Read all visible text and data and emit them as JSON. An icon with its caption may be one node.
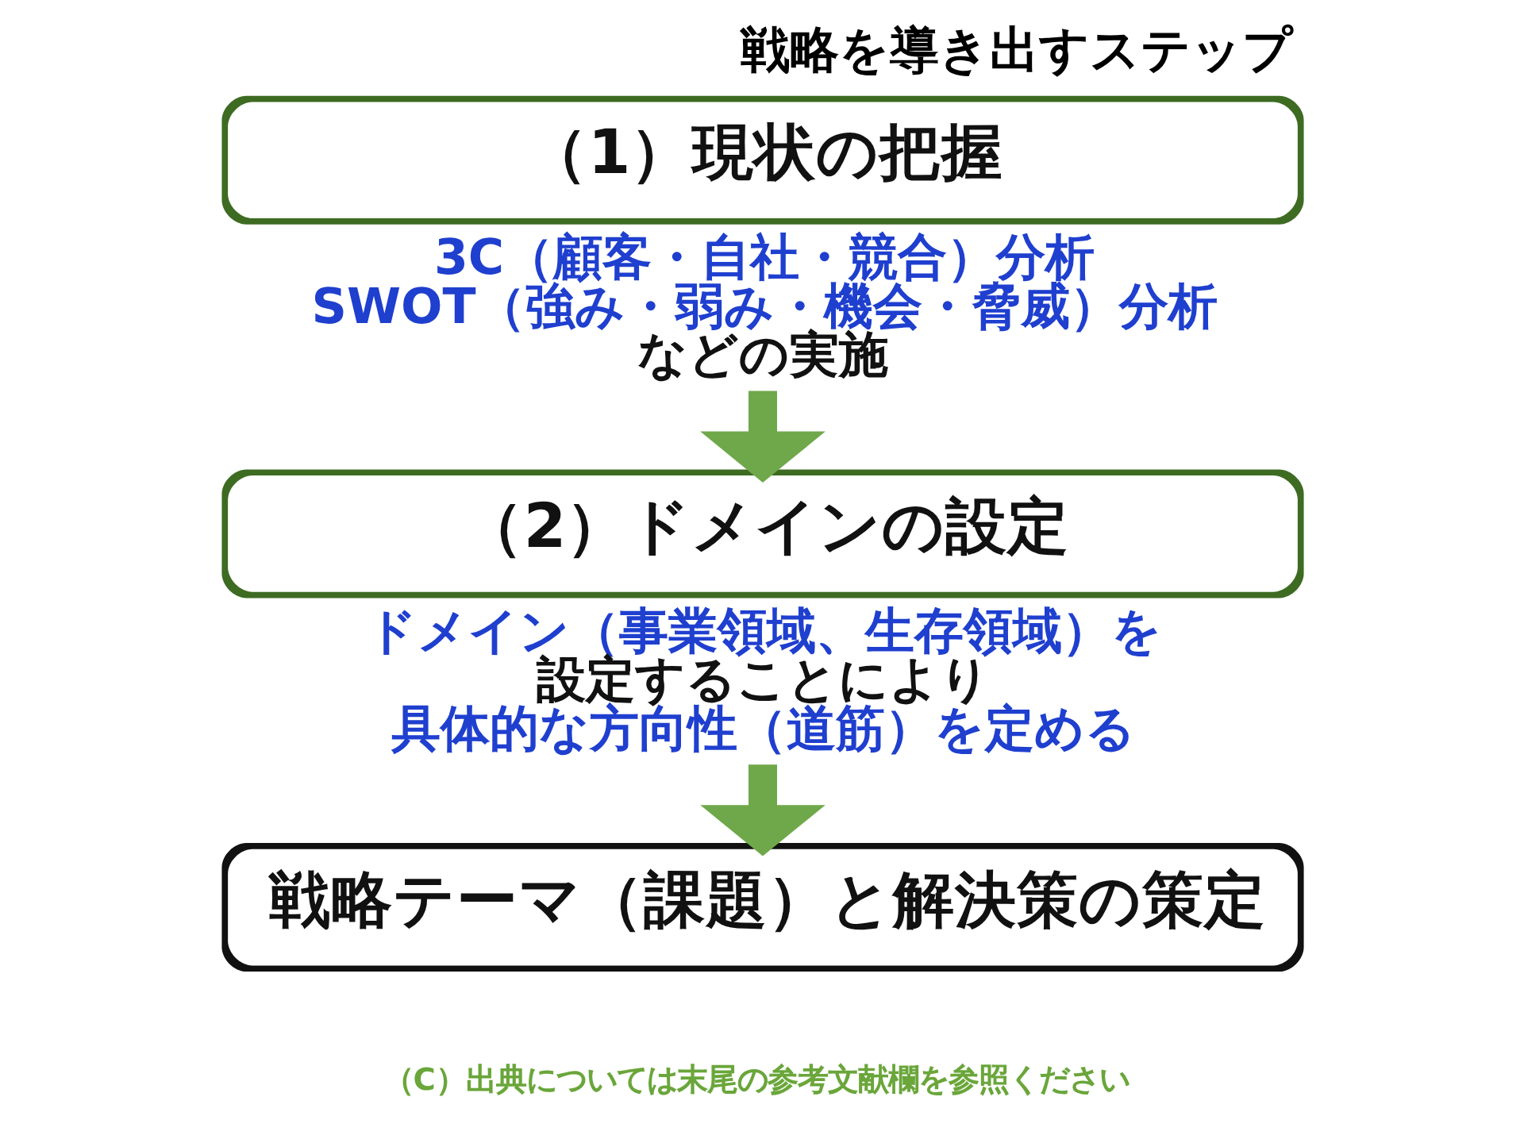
{
  "diagram": {
    "title": "戦略を導き出すステップ",
    "nodes": [
      {
        "text": [
          "（1）現状の把握"
        ],
        "beside": [
          "3C（顧客・自社・競合）分析",
          "SWOT（強み・弱み・機会・脅威）分析",
          "などの実施"
        ]
      },
      {
        "text": [
          "（2）ドメインの設定"
        ],
        "beside": [
          "ドメイン（事業領域、生存領域）を",
          "設定することにより",
          "具体的な方向性（道筋）を定める"
        ]
      },
      {
        "text": [
          "戦略テーマ（課題）と解決策の策定"
        ]
      }
    ],
    "edges": [
      {
        "from": 0,
        "to": 1,
        "arrow": "to"
      },
      {
        "from": 1,
        "to": 2,
        "arrow": "to"
      }
    ],
    "labels": [
      "（C）出典については末尾の参考文献欄を参照ください"
    ]
  }
}
